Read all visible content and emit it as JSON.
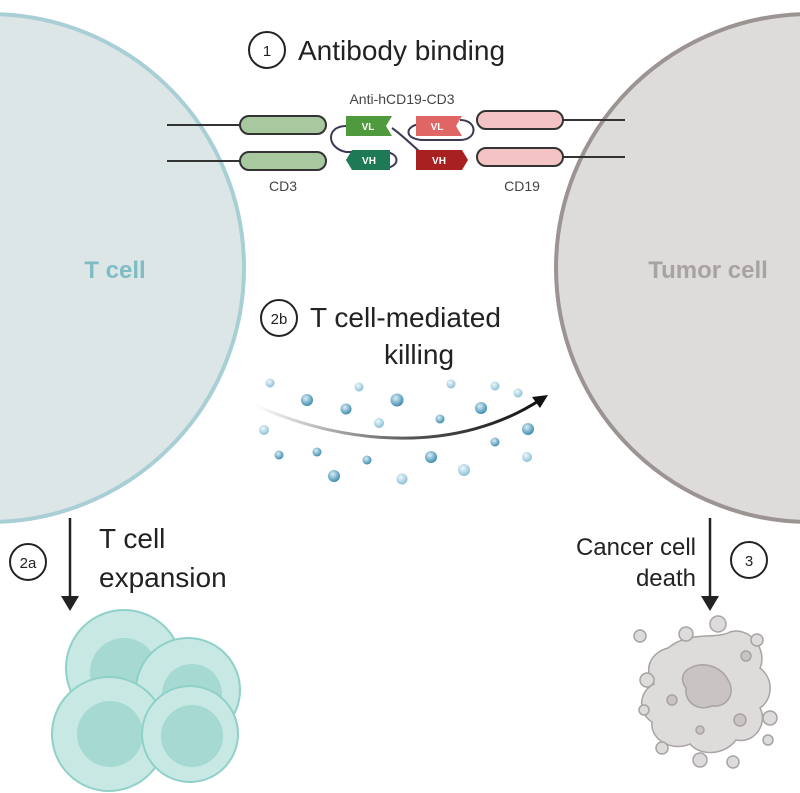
{
  "steps": {
    "step1": {
      "number": "1",
      "label": "Antibody binding"
    },
    "step2a": {
      "number": "2a",
      "label_line1": "T cell",
      "label_line2": "expansion"
    },
    "step2b": {
      "number": "2b",
      "label_line1": "T cell-mediated",
      "label_line2": "killing"
    },
    "step3": {
      "number": "3",
      "label_line1": "Cancer cell",
      "label_line2": "death"
    }
  },
  "cells": {
    "t_cell": {
      "label": "T cell",
      "color": "#7fbcc4"
    },
    "tumor_cell": {
      "label": "Tumor cell",
      "color": "#a8a2a2"
    }
  },
  "antibody": {
    "name": "Anti-hCD19-CD3",
    "left_vl": "VL",
    "left_vh": "VH",
    "right_vl": "VL",
    "right_vh": "VH"
  },
  "receptors": {
    "cd3": "CD3",
    "cd19": "CD19"
  },
  "colors": {
    "t_cell_fill": "#dde6e7",
    "t_cell_stroke": "#a9cfd6",
    "tumor_fill": "#dedbdb",
    "tumor_stroke": "#9c9393",
    "cd3_fill": "#a8c8a0",
    "cd19_fill": "#f4c4c4",
    "vl_left": "#4f9a3c",
    "vh_left": "#1e7a55",
    "vl_right": "#e06666",
    "vh_right": "#a82020"
  }
}
